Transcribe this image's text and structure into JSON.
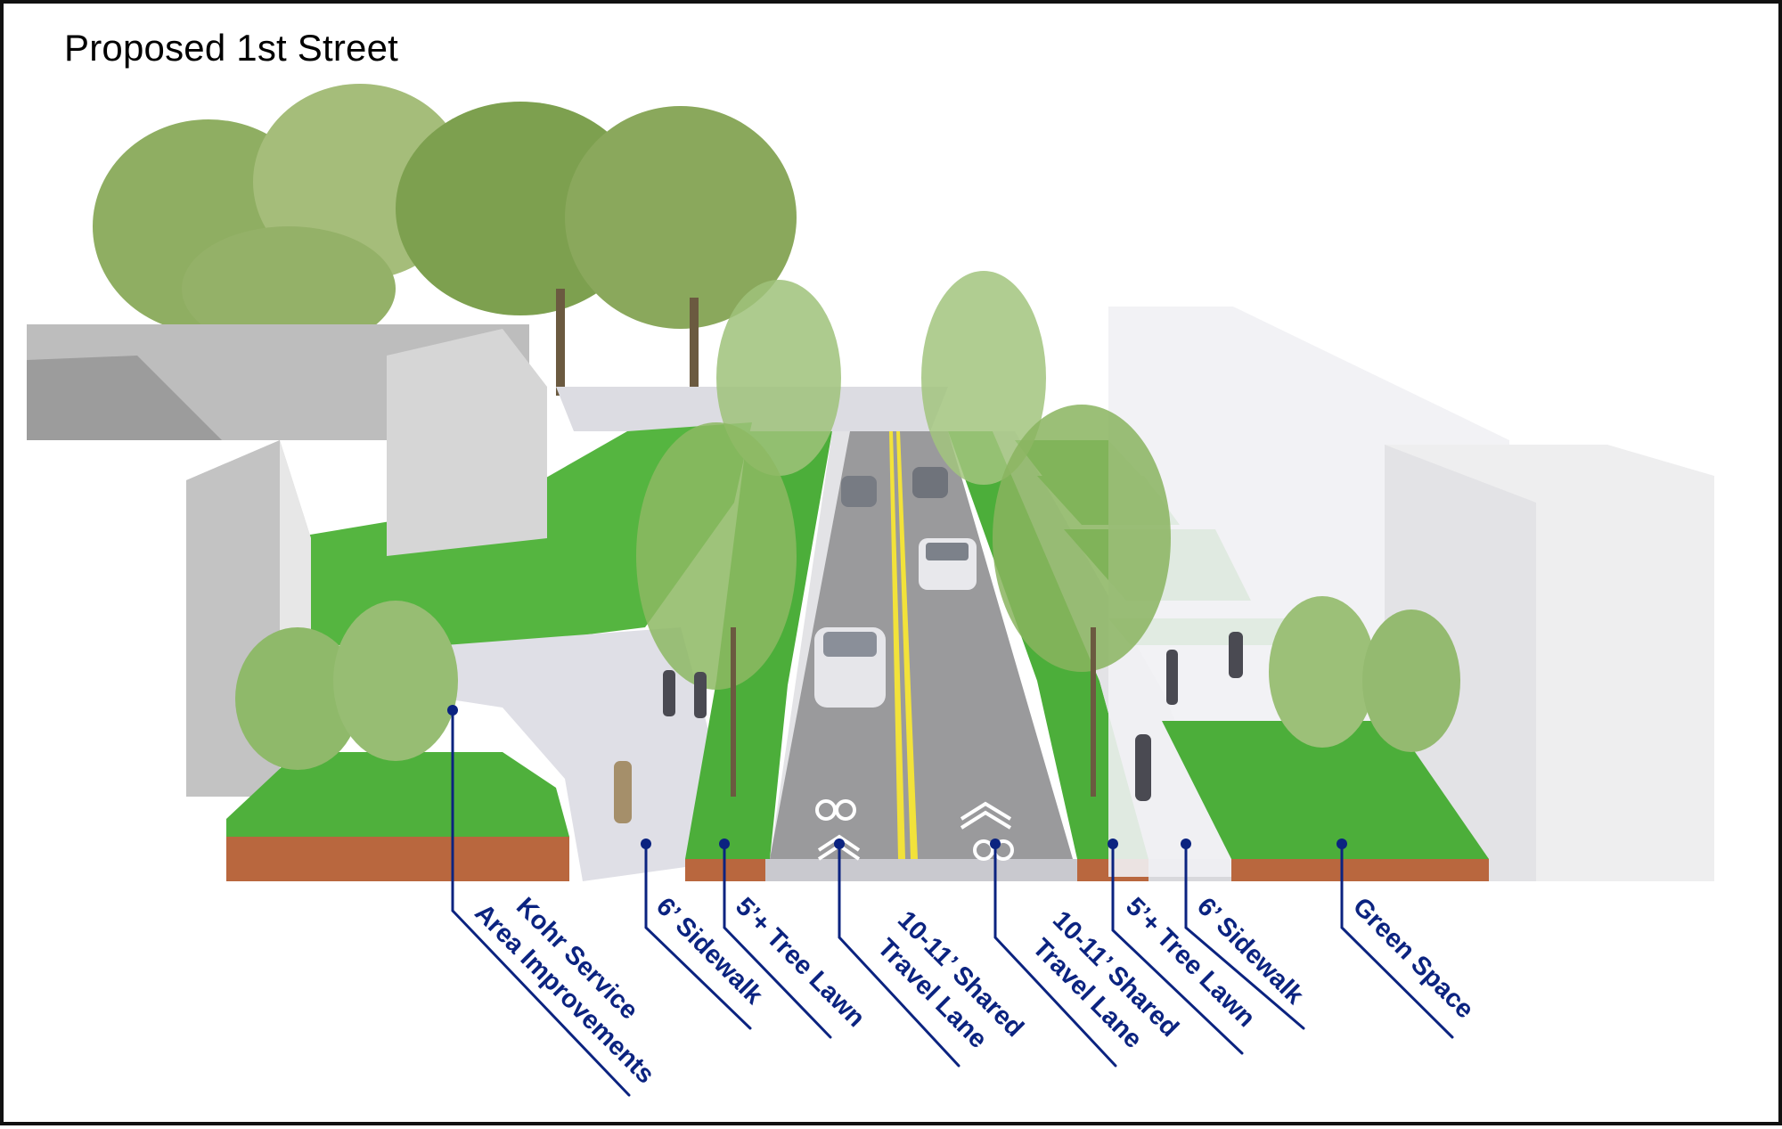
{
  "title": "Proposed 1st Street",
  "colors": {
    "callout": "#0b2380",
    "grass": "#4caf3a",
    "road": "#9a9a9a",
    "center_line": "#f2e23a",
    "building": "#b8b8b8",
    "sidewalk": "#e3e3e6",
    "soil": "#b5673d"
  },
  "callouts": [
    {
      "id": "kohr-service",
      "lines": [
        "Kohr Service",
        "Area Improvements"
      ]
    },
    {
      "id": "sidewalk-left",
      "lines": [
        "6’ Sidewalk"
      ]
    },
    {
      "id": "tree-lawn-left",
      "lines": [
        "5’+ Tree Lawn"
      ]
    },
    {
      "id": "travel-lane-left",
      "lines": [
        "10-11’ Shared",
        "Travel Lane"
      ]
    },
    {
      "id": "travel-lane-right",
      "lines": [
        "10-11’ Shared",
        "Travel Lane"
      ]
    },
    {
      "id": "tree-lawn-right",
      "lines": [
        "5’+ Tree Lawn"
      ]
    },
    {
      "id": "sidewalk-right",
      "lines": [
        "6’ Sidewalk"
      ]
    },
    {
      "id": "green-space",
      "lines": [
        "Green Space"
      ]
    }
  ]
}
